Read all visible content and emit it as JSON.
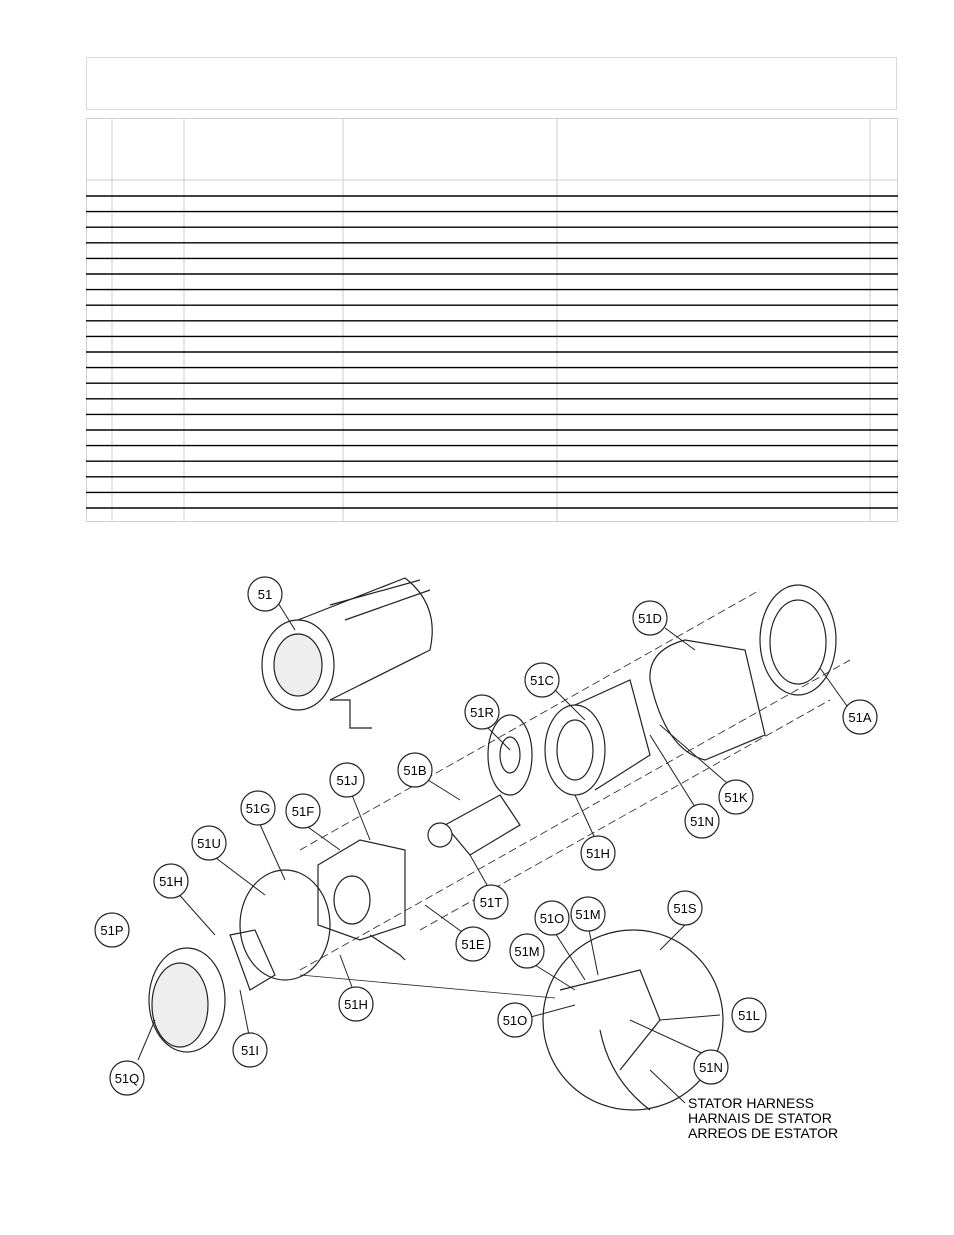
{
  "callouts": {
    "c51": "51",
    "c51A": "51A",
    "c51B": "51B",
    "c51C": "51C",
    "c51D": "51D",
    "c51E": "51E",
    "c51F": "51F",
    "c51G": "51G",
    "c51H_top": "51H",
    "c51H_left": "51H",
    "c51H_bottom": "51H",
    "c51I": "51I",
    "c51J": "51J",
    "c51K": "51K",
    "c51L": "51L",
    "c51M_a": "51M",
    "c51M_b": "51M",
    "c51N_top": "51N",
    "c51N_bottom": "51N",
    "c51O_a": "51O",
    "c51O_b": "51O",
    "c51P": "51P",
    "c51Q": "51Q",
    "c51R": "51R",
    "c51S": "51S",
    "c51T": "51T",
    "c51U": "51U"
  },
  "stator_harness": {
    "line1": "STATOR HARNESS",
    "line2": "HARNAIS DE STATOR",
    "line3": "ARREOS DE ESTATOR"
  }
}
